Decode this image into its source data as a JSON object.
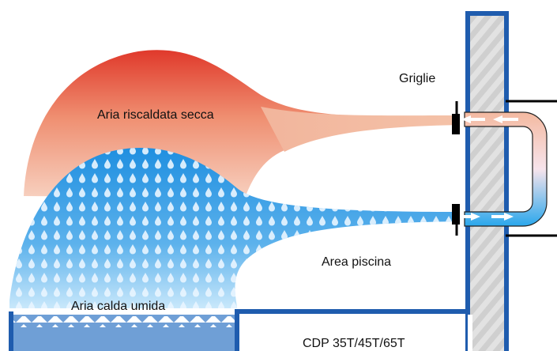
{
  "labels": {
    "griglie": "Griglie",
    "dry_air": "Aria riscaldata secca",
    "pool_area": "Area piscina",
    "humid_air": "Aria calda umida",
    "model": "CDP 35T/45T/65T"
  },
  "colors": {
    "hot_red": "#e0392b",
    "hot_peach": "#f2b79c",
    "water_blue": "#1f8fe0",
    "water_light": "#bfe3fb",
    "frame_blue": "#1f5cae",
    "wall_gray": "#c8c8c8",
    "pool_water": "#6f9fd6"
  }
}
